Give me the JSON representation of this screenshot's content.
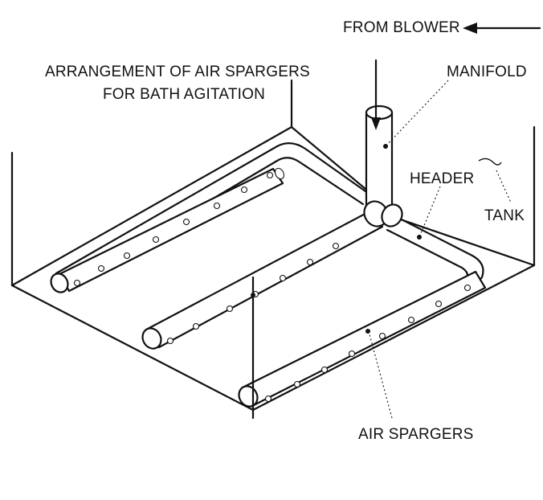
{
  "diagram": {
    "labels": {
      "from_blower": "FROM BLOWER",
      "title_line1": "ARRANGEMENT OF AIR SPARGERS",
      "title_line2": "FOR BATH AGITATION",
      "manifold": "MANIFOLD",
      "header": "HEADER",
      "tank": "TANK",
      "air_spargers": "AIR SPARGERS"
    }
  }
}
